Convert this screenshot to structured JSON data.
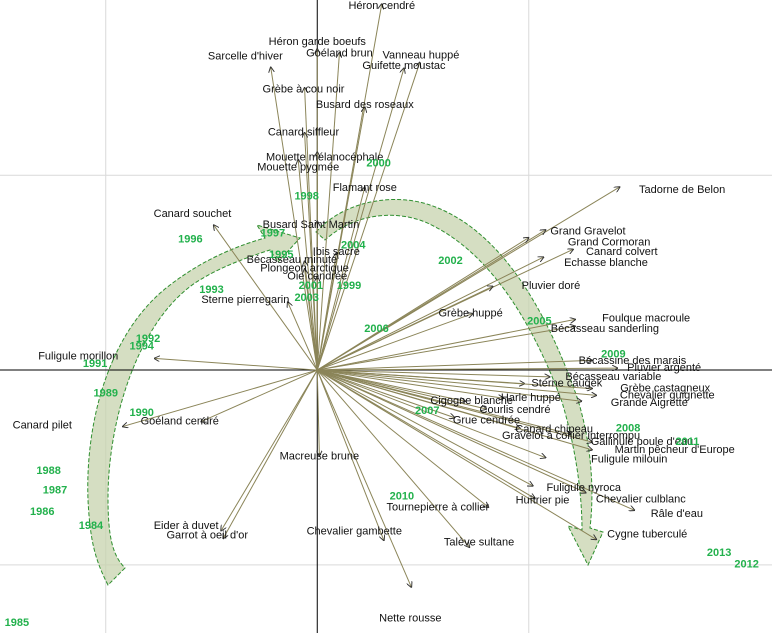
{
  "chart_data": {
    "type": "scatter",
    "xlim": [
      -1.5,
      2.15
    ],
    "ylim": [
      -1.35,
      1.9
    ],
    "grid": true,
    "origin": [
      0,
      0
    ],
    "colors": {
      "vector": "#8b8559",
      "arrowhead": "#333333",
      "species_text": "#111111",
      "year_text": "#22b14c",
      "trajectory_fill": "#c7d3ad",
      "trajectory_stroke": "#2f8f2f"
    },
    "species": [
      {
        "label": "Héron cendré",
        "x": 0.305,
        "y": 1.88,
        "lx": 0.305,
        "ly": 1.87
      },
      {
        "label": "Héron garde boeufs",
        "x": 0.0,
        "y": 1.65,
        "lx": 0.0,
        "ly": 1.685
      },
      {
        "label": "Goéland brun",
        "x": 0.105,
        "y": 1.63,
        "lx": 0.105,
        "ly": 1.625
      },
      {
        "label": "Vanneau huppé",
        "x": 0.485,
        "y": 1.58,
        "lx": 0.49,
        "ly": 1.615
      },
      {
        "label": "Guifette moustac",
        "x": 0.41,
        "y": 1.55,
        "lx": 0.41,
        "ly": 1.56
      },
      {
        "label": "Sarcelle d'hiver",
        "x": -0.22,
        "y": 1.555,
        "lx": -0.34,
        "ly": 1.61
      },
      {
        "label": "Grèbe à cou noir",
        "x": -0.06,
        "y": 1.45,
        "lx": -0.065,
        "ly": 1.44
      },
      {
        "label": "Busard des roseaux",
        "x": 0.225,
        "y": 1.35,
        "lx": 0.225,
        "ly": 1.36
      },
      {
        "label": "Canard siffleur",
        "x": -0.06,
        "y": 1.22,
        "lx": -0.065,
        "ly": 1.22
      },
      {
        "label": "Mouette mélanocéphale",
        "x": 0.0,
        "y": 1.12,
        "lx": 0.035,
        "ly": 1.09
      },
      {
        "label": "Mouette pygmée",
        "x": -0.09,
        "y": 1.08,
        "lx": -0.09,
        "ly": 1.04
      },
      {
        "label": "Flamant rose",
        "x": 0.225,
        "y": 0.94,
        "lx": 0.225,
        "ly": 0.935
      },
      {
        "label": "Tadorne de Belon",
        "x": 1.43,
        "y": 0.94,
        "lx": 1.725,
        "ly": 0.925
      },
      {
        "label": "Canard souchet",
        "x": -0.49,
        "y": 0.745,
        "lx": -0.59,
        "ly": 0.8
      },
      {
        "label": "Busard Saint Martin",
        "x": 0.0,
        "y": 0.765,
        "lx": -0.03,
        "ly": 0.745
      },
      {
        "label": "Grand Gravelot",
        "x": 1.08,
        "y": 0.72,
        "lx": 1.28,
        "ly": 0.71
      },
      {
        "label": "Grand Cormoran",
        "x": 1.0,
        "y": 0.68,
        "lx": 1.38,
        "ly": 0.655
      },
      {
        "label": "Canard colvert",
        "x": 1.21,
        "y": 0.62,
        "lx": 1.44,
        "ly": 0.605
      },
      {
        "label": "Ibis sacré",
        "x": 0.09,
        "y": 0.6,
        "lx": 0.09,
        "ly": 0.605
      },
      {
        "label": "Bécasseau minute",
        "x": -0.06,
        "y": 0.56,
        "lx": -0.12,
        "ly": 0.565
      },
      {
        "label": "Echasse blanche",
        "x": 1.07,
        "y": 0.58,
        "lx": 1.365,
        "ly": 0.55
      },
      {
        "label": "Plongeon arctique",
        "x": -0.06,
        "y": 0.52,
        "lx": -0.06,
        "ly": 0.52
      },
      {
        "label": "Oie cendrée",
        "x": 0.0,
        "y": 0.48,
        "lx": 0.0,
        "ly": 0.48
      },
      {
        "label": "Pluvier doré",
        "x": 0.83,
        "y": 0.43,
        "lx": 1.105,
        "ly": 0.43
      },
      {
        "label": "Sterne pierregarin",
        "x": -0.14,
        "y": 0.35,
        "lx": -0.34,
        "ly": 0.36
      },
      {
        "label": "Grèbe huppé",
        "x": 0.735,
        "y": 0.29,
        "lx": 0.725,
        "ly": 0.29
      },
      {
        "label": "Foulque macroule",
        "x": 1.22,
        "y": 0.26,
        "lx": 1.555,
        "ly": 0.265
      },
      {
        "label": "Bécasseau sanderling",
        "x": 1.22,
        "y": 0.225,
        "lx": 1.36,
        "ly": 0.21
      },
      {
        "label": "Fuligule morillon",
        "x": -0.77,
        "y": 0.06,
        "lx": -1.13,
        "ly": 0.07
      },
      {
        "label": "Bécassine des marais",
        "x": 1.3,
        "y": 0.05,
        "lx": 1.49,
        "ly": 0.045
      },
      {
        "label": "Pluvier argenté",
        "x": 1.42,
        "y": 0.01,
        "lx": 1.64,
        "ly": 0.01
      },
      {
        "label": "Bécasseau variable",
        "x": 1.1,
        "y": -0.035,
        "lx": 1.4,
        "ly": -0.035
      },
      {
        "label": "Sterne caugek",
        "x": 0.98,
        "y": -0.07,
        "lx": 1.18,
        "ly": -0.07
      },
      {
        "label": "Grèbe castagneux",
        "x": 1.3,
        "y": -0.095,
        "lx": 1.645,
        "ly": -0.095
      },
      {
        "label": "Chevalier guignette",
        "x": 1.32,
        "y": -0.13,
        "lx": 1.655,
        "ly": -0.13
      },
      {
        "label": "Harle huppé",
        "x": 0.88,
        "y": -0.145,
        "lx": 1.01,
        "ly": -0.145
      },
      {
        "label": "Cigogne blanche",
        "x": 0.7,
        "y": -0.16,
        "lx": 0.73,
        "ly": -0.16
      },
      {
        "label": "Grande Aigrette",
        "x": 1.25,
        "y": -0.16,
        "lx": 1.57,
        "ly": -0.17
      },
      {
        "label": "Courlis cendré",
        "x": 0.8,
        "y": -0.2,
        "lx": 0.935,
        "ly": -0.205
      },
      {
        "label": "Grue cendrée",
        "x": 0.65,
        "y": -0.245,
        "lx": 0.8,
        "ly": -0.26
      },
      {
        "label": "Canard chipeau",
        "x": 0.96,
        "y": -0.3,
        "lx": 1.12,
        "ly": -0.305
      },
      {
        "label": "Gravelot à collier interrompu",
        "x": 1.2,
        "y": -0.33,
        "lx": 1.2,
        "ly": -0.34
      },
      {
        "label": "Gallinule poule d'eau",
        "x": 1.3,
        "y": -0.37,
        "lx": 1.535,
        "ly": -0.37
      },
      {
        "label": "Martin pêcheur d'Europe",
        "x": 1.3,
        "y": -0.41,
        "lx": 1.69,
        "ly": -0.41
      },
      {
        "label": "Fuligule milouin",
        "x": 1.08,
        "y": -0.45,
        "lx": 1.475,
        "ly": -0.46
      },
      {
        "label": "Macreuse brune",
        "x": 0.01,
        "y": -0.44,
        "lx": 0.01,
        "ly": -0.445
      },
      {
        "label": "Canard pilet",
        "x": -0.92,
        "y": -0.29,
        "lx": -1.3,
        "ly": -0.285
      },
      {
        "label": "Goéland cendré",
        "x": -0.55,
        "y": -0.265,
        "lx": -0.65,
        "ly": -0.265
      },
      {
        "label": "Fuligule nyroca",
        "x": 1.02,
        "y": -0.595,
        "lx": 1.26,
        "ly": -0.605
      },
      {
        "label": "Chevalier culblanc",
        "x": 1.27,
        "y": -0.63,
        "lx": 1.53,
        "ly": -0.665
      },
      {
        "label": "Huîtrier pie",
        "x": 1.03,
        "y": -0.66,
        "lx": 1.065,
        "ly": -0.67
      },
      {
        "label": "Tournepierre à collier",
        "x": 0.81,
        "y": -0.705,
        "lx": 0.57,
        "ly": -0.705
      },
      {
        "label": "Râle d'eau",
        "x": 1.5,
        "y": -0.72,
        "lx": 1.7,
        "ly": -0.74
      },
      {
        "label": "Eider à duvet",
        "x": -0.455,
        "y": -0.825,
        "lx": -0.62,
        "ly": -0.8
      },
      {
        "label": "Garrot à oeil d'or",
        "x": -0.445,
        "y": -0.865,
        "lx": -0.52,
        "ly": -0.85
      },
      {
        "label": "Chevalier gambette",
        "x": 0.315,
        "y": -0.875,
        "lx": 0.175,
        "ly": -0.83
      },
      {
        "label": "Talève sultane",
        "x": 0.72,
        "y": -0.91,
        "lx": 0.765,
        "ly": -0.885
      },
      {
        "label": "Cygne tuberculé",
        "x": 1.32,
        "y": -0.87,
        "lx": 1.56,
        "ly": -0.845
      },
      {
        "label": "Nette rousse",
        "x": 0.445,
        "y": -1.115,
        "lx": 0.44,
        "ly": -1.275
      }
    ],
    "years": [
      {
        "label": "1985",
        "x": -1.42,
        "y": -1.3
      },
      {
        "label": "1986",
        "x": -1.3,
        "y": -0.73
      },
      {
        "label": "1987",
        "x": -1.24,
        "y": -0.62
      },
      {
        "label": "1988",
        "x": -1.27,
        "y": -0.52
      },
      {
        "label": "1984",
        "x": -1.07,
        "y": -0.8
      },
      {
        "label": "1989",
        "x": -1.0,
        "y": -0.12
      },
      {
        "label": "1990",
        "x": -0.83,
        "y": -0.22
      },
      {
        "label": "1991",
        "x": -1.05,
        "y": 0.03
      },
      {
        "label": "1992",
        "x": -0.8,
        "y": 0.16
      },
      {
        "label": "1993",
        "x": -0.5,
        "y": 0.41
      },
      {
        "label": "1994",
        "x": -0.83,
        "y": 0.12
      },
      {
        "label": "1995",
        "x": -0.17,
        "y": 0.59
      },
      {
        "label": "1996",
        "x": -0.6,
        "y": 0.67
      },
      {
        "label": "1997",
        "x": -0.21,
        "y": 0.7
      },
      {
        "label": "1998",
        "x": -0.05,
        "y": 0.89
      },
      {
        "label": "1999",
        "x": 0.15,
        "y": 0.43
      },
      {
        "label": "2000",
        "x": 0.29,
        "y": 1.06
      },
      {
        "label": "2001",
        "x": -0.03,
        "y": 0.43
      },
      {
        "label": "2002",
        "x": 0.63,
        "y": 0.56
      },
      {
        "label": "2003",
        "x": -0.05,
        "y": 0.37
      },
      {
        "label": "2004",
        "x": 0.17,
        "y": 0.64
      },
      {
        "label": "2005",
        "x": 1.05,
        "y": 0.25
      },
      {
        "label": "2006",
        "x": 0.28,
        "y": 0.21
      },
      {
        "label": "2007",
        "x": 0.52,
        "y": -0.21
      },
      {
        "label": "2008",
        "x": 1.47,
        "y": -0.3
      },
      {
        "label": "2009",
        "x": 1.4,
        "y": 0.08
      },
      {
        "label": "2010",
        "x": 0.4,
        "y": -0.65
      },
      {
        "label": "2011",
        "x": 1.75,
        "y": -0.37
      },
      {
        "label": "2012",
        "x": 2.03,
        "y": -1.0
      },
      {
        "label": "2013",
        "x": 1.9,
        "y": -0.94
      }
    ]
  }
}
